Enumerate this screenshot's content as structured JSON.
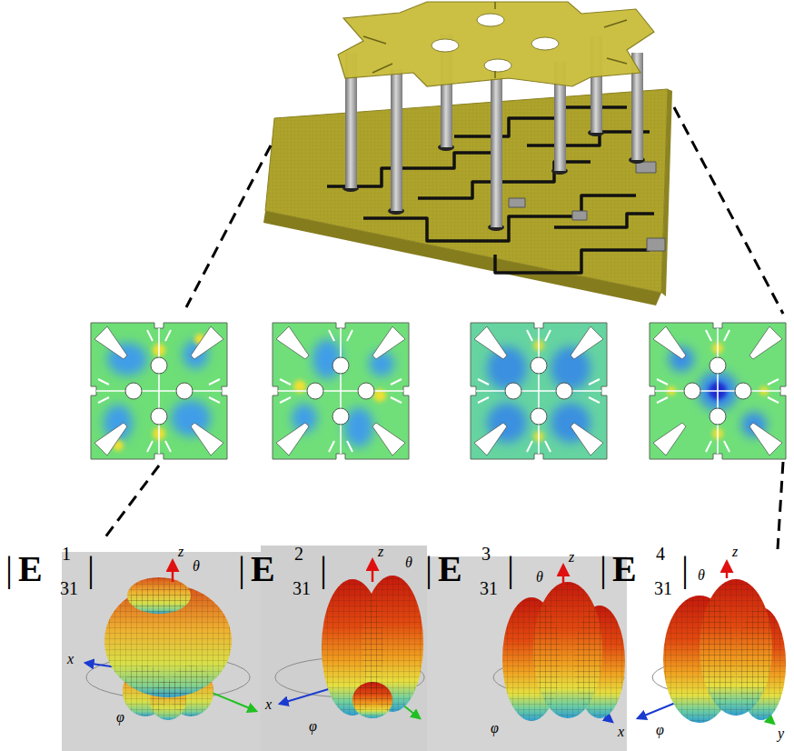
{
  "diagram": {
    "labels": [
      "|",
      "E",
      "1",
      "31",
      "|",
      "|",
      "E",
      "2",
      "31",
      "|",
      "|",
      "E",
      "3",
      "31",
      "|",
      "|",
      "E",
      "4",
      "31",
      "|",
      "z",
      "x",
      "θ",
      "φ",
      "z",
      "x",
      "θ",
      "φ",
      "z",
      "θ",
      "φ",
      "x",
      "z",
      "θ",
      "φ",
      "y"
    ]
  }
}
